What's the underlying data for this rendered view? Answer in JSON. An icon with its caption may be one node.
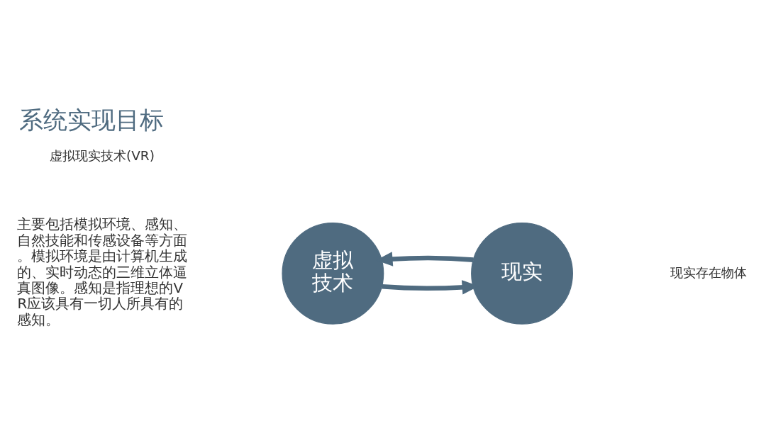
{
  "diagram": {
    "title": "系统实现目标",
    "nodes": [
      {
        "text": [
          "虚拟技术"
        ]
      },
      {
        "text": [
          "现实"
        ]
      }
    ],
    "edges": [
      {
        "from": 1,
        "to": 0,
        "arrow": "to"
      },
      {
        "from": 0,
        "to": 1,
        "arrow": "to"
      }
    ],
    "labels": [
      "虚拟现实技术(VR)",
      "主要包括模拟环境、感知、自然技能和传感设备等方面。模拟环境是由计算机生成的、实时动态的三维立体逼真图像。感知是指理想的VR应该具有一切人所具有的感知。",
      "现实存在物体"
    ]
  }
}
